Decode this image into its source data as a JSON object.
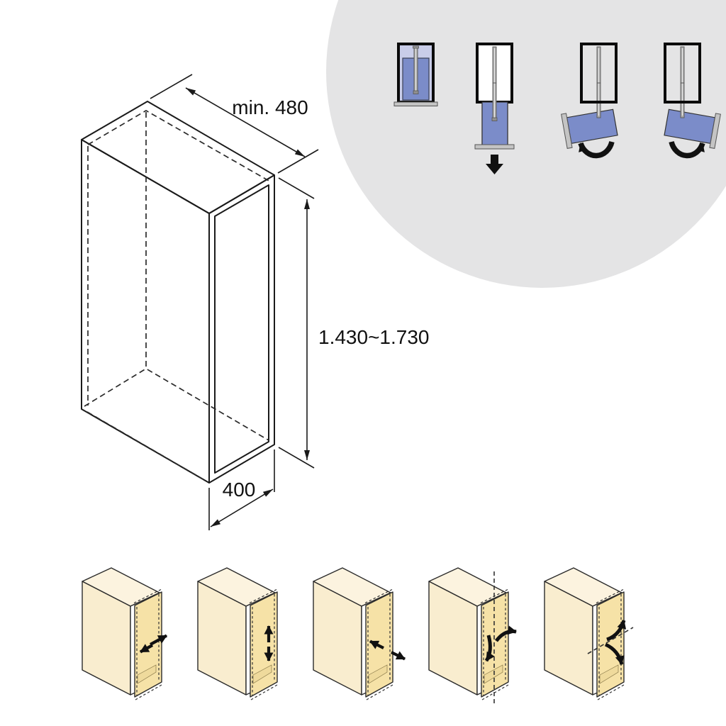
{
  "page": {
    "title": "Cabinet installation diagram"
  },
  "dimension_drawing": {
    "width_label": "min. 480",
    "height_label": "1.430~1.730",
    "depth_label": "400"
  },
  "mechanism_steps": {
    "icons": [
      {
        "name": "lift-closed-icon"
      },
      {
        "name": "lift-pulled-down-icon",
        "arrow": "down"
      },
      {
        "name": "lift-rotate-left-icon",
        "arrow": "counterclockwise"
      },
      {
        "name": "lift-rotate-right-icon",
        "arrow": "clockwise"
      }
    ]
  },
  "adjustment_diagrams": [
    {
      "name": "depth-adjustment"
    },
    {
      "name": "height-adjustment"
    },
    {
      "name": "side-adjustment"
    },
    {
      "name": "swing-adjustment-vertical-axis"
    },
    {
      "name": "tilt-adjustment-depth-axis"
    }
  ],
  "colors": {
    "cabinet_fill": "#FAF0D7",
    "cabinet_top_fill": "#FCF3DF",
    "door_fill": "#F6E2A7",
    "door_interior": "#EFDA9C",
    "mechanism_blue": "#7B8CC9",
    "mechanism_lavender": "#C9CDE9",
    "metal_gray": "#C4C4C4",
    "circle_gray": "#E4E4E5",
    "line": "#1a1a1a"
  }
}
